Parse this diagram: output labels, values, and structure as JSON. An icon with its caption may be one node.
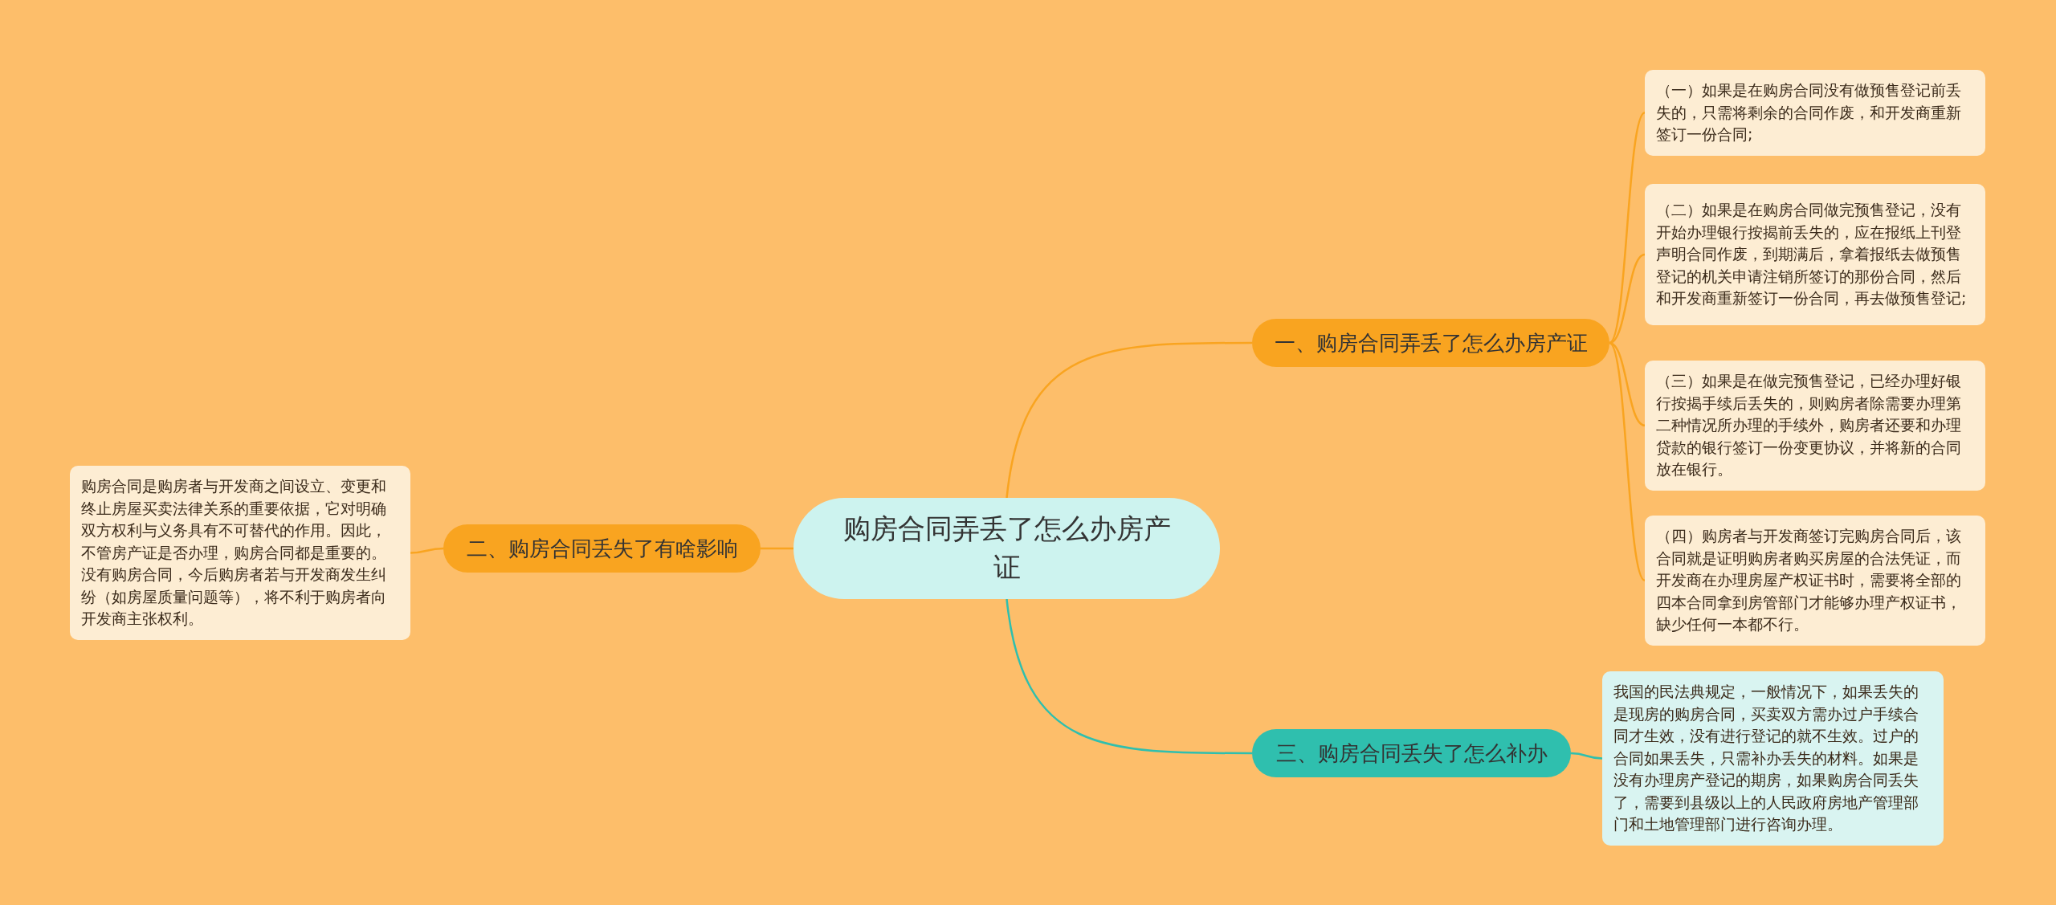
{
  "diagram": {
    "nodes": [
      {
        "text": [
          "购房合同弄丢了怎么办房产证"
        ]
      },
      {
        "text": [
          "一、购房合同弄丢了怎么办房产证"
        ]
      },
      {
        "text": [
          "（一）如果是在购房合同没有做预售登记前丢失的，只需将剩余的合同作废，和开发商重新签订一份合同;"
        ]
      },
      {
        "text": [
          "（二）如果是在购房合同做完预售登记，没有开始办理银行按揭前丢失的，应在报纸上刊登声明合同作废，到期满后，拿着报纸去做预售登记的机关申请注销所签订的那份合同，然后和开发商重新签订一份合同，再去做预售登记;"
        ]
      },
      {
        "text": [
          "（三）如果是在做完预售登记，已经办理好银行按揭手续后丢失的，则购房者除需要办理第二种情况所办理的手续外，购房者还要和办理贷款的银行签订一份变更协议，并将新的合同放在银行。"
        ]
      },
      {
        "text": [
          "（四）购房者与开发商签订完购房合同后，该合同就是证明购房者购买房屋的合法凭证，而开发商在办理房屋产权证书时，需要将全部的四本合同拿到房管部门才能够办理产权证书，缺少任何一本都不行。"
        ]
      },
      {
        "text": [
          "二、购房合同丢失了有啥影响"
        ]
      },
      {
        "text": [
          "购房合同是购房者与开发商之间设立、变更和终止房屋买卖法律关系的重要依据，它对明确双方权利与义务具有不可替代的作用。因此，不管房产证是否办理，购房合同都是重要的。没有购房合同，今后购房者若与开发商发生纠纷（如房屋质量问题等），将不利于购房者向开发商主张权利。"
        ]
      },
      {
        "text": [
          "三、购房合同丢失了怎么补办"
        ]
      },
      {
        "text": [
          "我国的民法典规定，一般情况下，如果丢失的是现房的购房合同，买卖双方需办过户手续合同才生效，没有进行登记的就不生效。过户的合同如果丢失，只需补办丢失的材料。如果是没有办理房产登记的期房，如果购房合同丢失了，需要到县级以上的人民政府房地产管理部门和土地管理部门进行咨询办理。"
        ]
      }
    ],
    "edges": [
      {
        "from": 0,
        "to": 1,
        "arrow": "none"
      },
      {
        "from": 1,
        "to": 2,
        "arrow": "none"
      },
      {
        "from": 1,
        "to": 3,
        "arrow": "none"
      },
      {
        "from": 1,
        "to": 4,
        "arrow": "none"
      },
      {
        "from": 1,
        "to": 5,
        "arrow": "none"
      },
      {
        "from": 0,
        "to": 6,
        "arrow": "none"
      },
      {
        "from": 6,
        "to": 7,
        "arrow": "none"
      },
      {
        "from": 0,
        "to": 8,
        "arrow": "none",
        "color": "#2fbfae"
      },
      {
        "from": 8,
        "to": 9,
        "arrow": "none",
        "color": "#2fbfae"
      }
    ]
  }
}
